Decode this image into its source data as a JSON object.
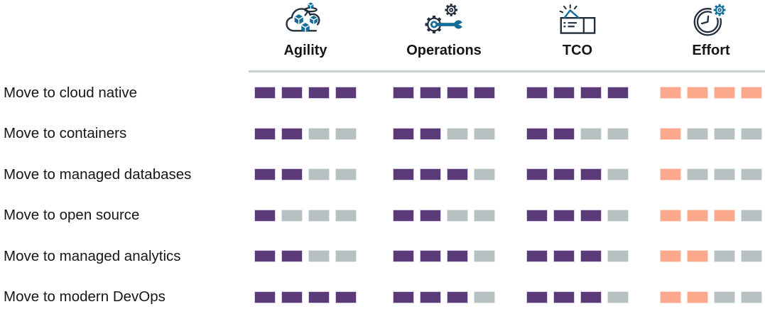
{
  "chart_data": {
    "type": "table",
    "title": "",
    "columns": [
      "Agility",
      "Operations",
      "TCO",
      "Effort"
    ],
    "rows": [
      "Move to cloud native",
      "Move to containers",
      "Move to managed databases",
      "Move to open source",
      "Move to managed analytics",
      "Move to modern DevOps"
    ],
    "values": [
      [
        4,
        4,
        4,
        4
      ],
      [
        2,
        2,
        2,
        1
      ],
      [
        2,
        3,
        3,
        1
      ],
      [
        1,
        2,
        3,
        3
      ],
      [
        2,
        3,
        3,
        2
      ],
      [
        4,
        3,
        3,
        2
      ]
    ],
    "scale_max": 4,
    "value_semantics": "number of filled segments out of 4 per cell",
    "legend_position": "none",
    "fill_color_benefit_columns": "#5A3B78",
    "fill_color_effort_column": "#FCA88C",
    "empty_segment_color": "#B8C1C1"
  },
  "table": {
    "columns": [
      {
        "label": "Agility",
        "icon": "cloud-cubes-icon"
      },
      {
        "label": "Operations",
        "icon": "gears-wrench-icon"
      },
      {
        "label": "TCO",
        "icon": "cost-ticket-spark-icon"
      },
      {
        "label": "Effort",
        "icon": "clock-gear-icon"
      }
    ],
    "rows": [
      {
        "label": "Move to cloud native",
        "ratings": [
          4,
          4,
          4,
          4
        ]
      },
      {
        "label": "Move to containers",
        "ratings": [
          2,
          2,
          2,
          1
        ]
      },
      {
        "label": "Move to managed databases",
        "ratings": [
          2,
          3,
          3,
          1
        ]
      },
      {
        "label": "Move to open source",
        "ratings": [
          1,
          2,
          3,
          3
        ]
      },
      {
        "label": "Move to managed analytics",
        "ratings": [
          2,
          3,
          3,
          2
        ]
      },
      {
        "label": "Move to modern DevOps",
        "ratings": [
          4,
          3,
          3,
          2
        ]
      }
    ],
    "scale_max": 4
  },
  "colors": {
    "benefit_fill": "#5A3B78",
    "benefit_edge": "#D6CCE3",
    "effort_fill": "#FCA88C",
    "effort_edge": "#FDDDD1",
    "empty_fill": "#B8C1C1",
    "empty_edge": "#E2E8E8",
    "divider": "#C9D1D1",
    "icon_navy": "#232F3E",
    "icon_blue": "#156E99",
    "text": "#161616"
  }
}
